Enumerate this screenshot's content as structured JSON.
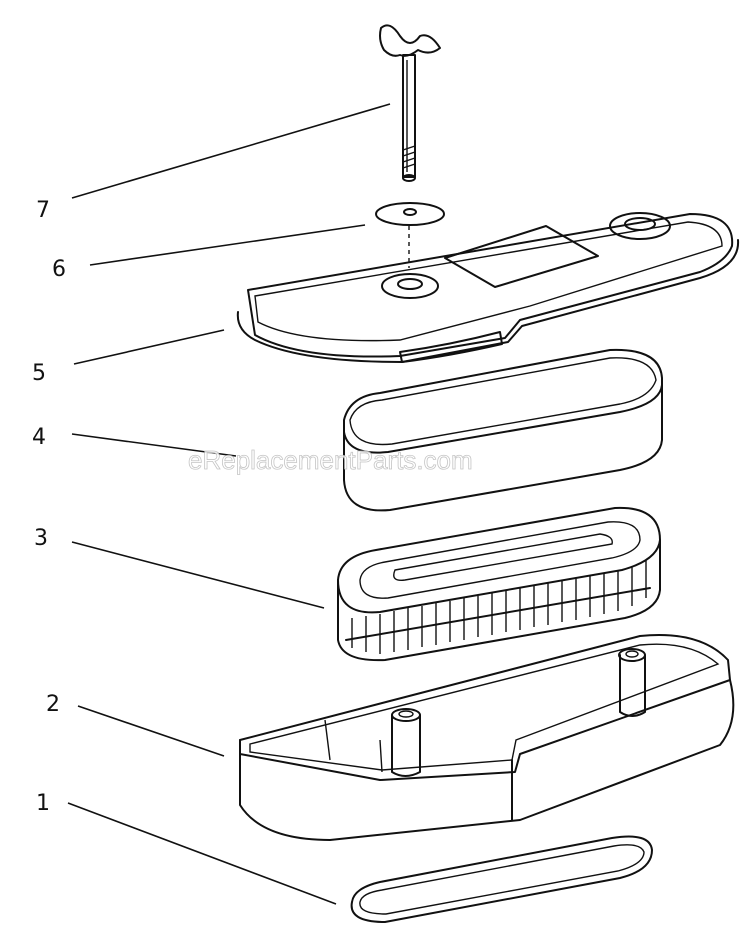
{
  "watermark": "eReplacementParts.com",
  "callouts": [
    {
      "id": "7",
      "label": "7"
    },
    {
      "id": "6",
      "label": "6"
    },
    {
      "id": "5",
      "label": "5"
    },
    {
      "id": "4",
      "label": "4"
    },
    {
      "id": "3",
      "label": "3"
    },
    {
      "id": "2",
      "label": "2"
    },
    {
      "id": "1",
      "label": "1"
    }
  ]
}
